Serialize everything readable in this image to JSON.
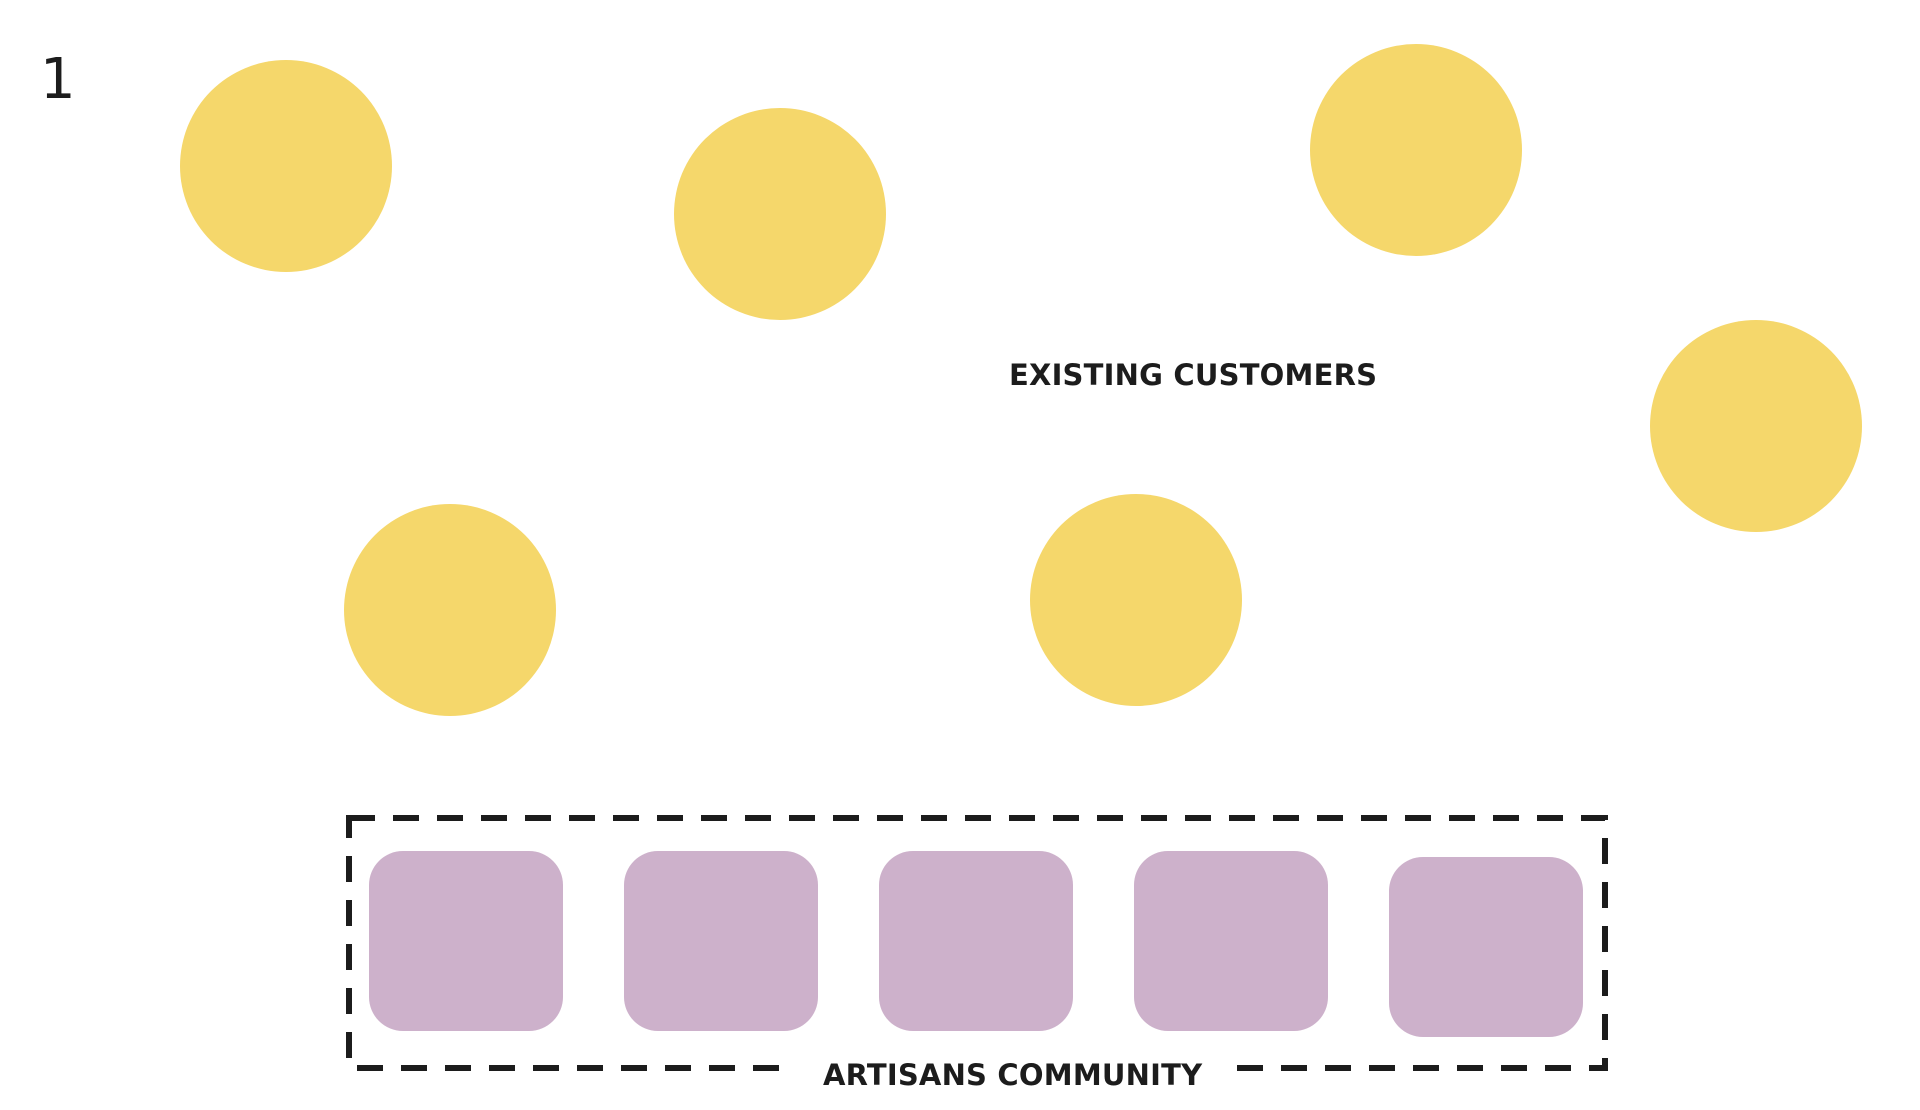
{
  "step_number": "1",
  "labels": {
    "existing_customers": "EXISTING CUSTOMERS",
    "artisans_community": "ARTISANS COMMUNITY"
  },
  "colors": {
    "customer_circle": "#f5d76b",
    "artisan_square": "#cdb1cb",
    "border": "#1c1c1c",
    "text": "#1c1c1c"
  },
  "customers_count": 6,
  "artisans_count": 5
}
